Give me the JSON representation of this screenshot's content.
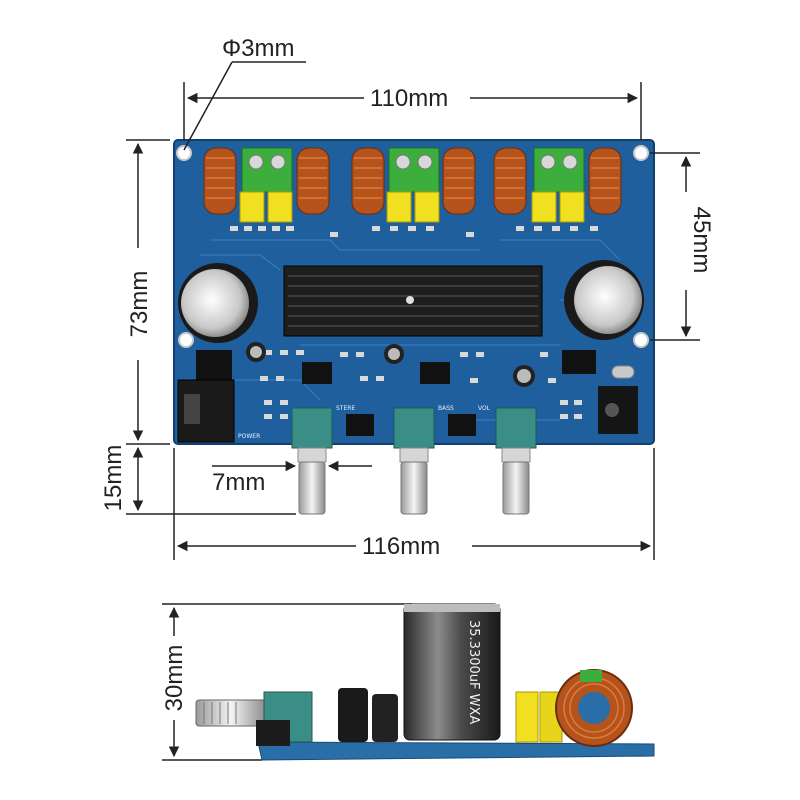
{
  "dimensions": {
    "hole_diameter": "Φ3mm",
    "board_width": "110mm",
    "mount_span": "45mm",
    "board_height": "73mm",
    "shaft_length": "15mm",
    "shaft_diameter": "7mm",
    "overall_width": "116mm",
    "side_height": "30mm"
  },
  "silkscreen": {
    "power": "POWER",
    "stereo": "STERE",
    "bass": "BASS",
    "vol": "VOL"
  },
  "capacitor_label": "35.3300uF WXA",
  "colors": {
    "pcb": "#1f5f9e",
    "heatsink": "#1e1e1e",
    "terminal": "#3cae3c",
    "film_cap": "#f0e020",
    "inductor": "#b5531c",
    "pot": "#3a8e86"
  }
}
